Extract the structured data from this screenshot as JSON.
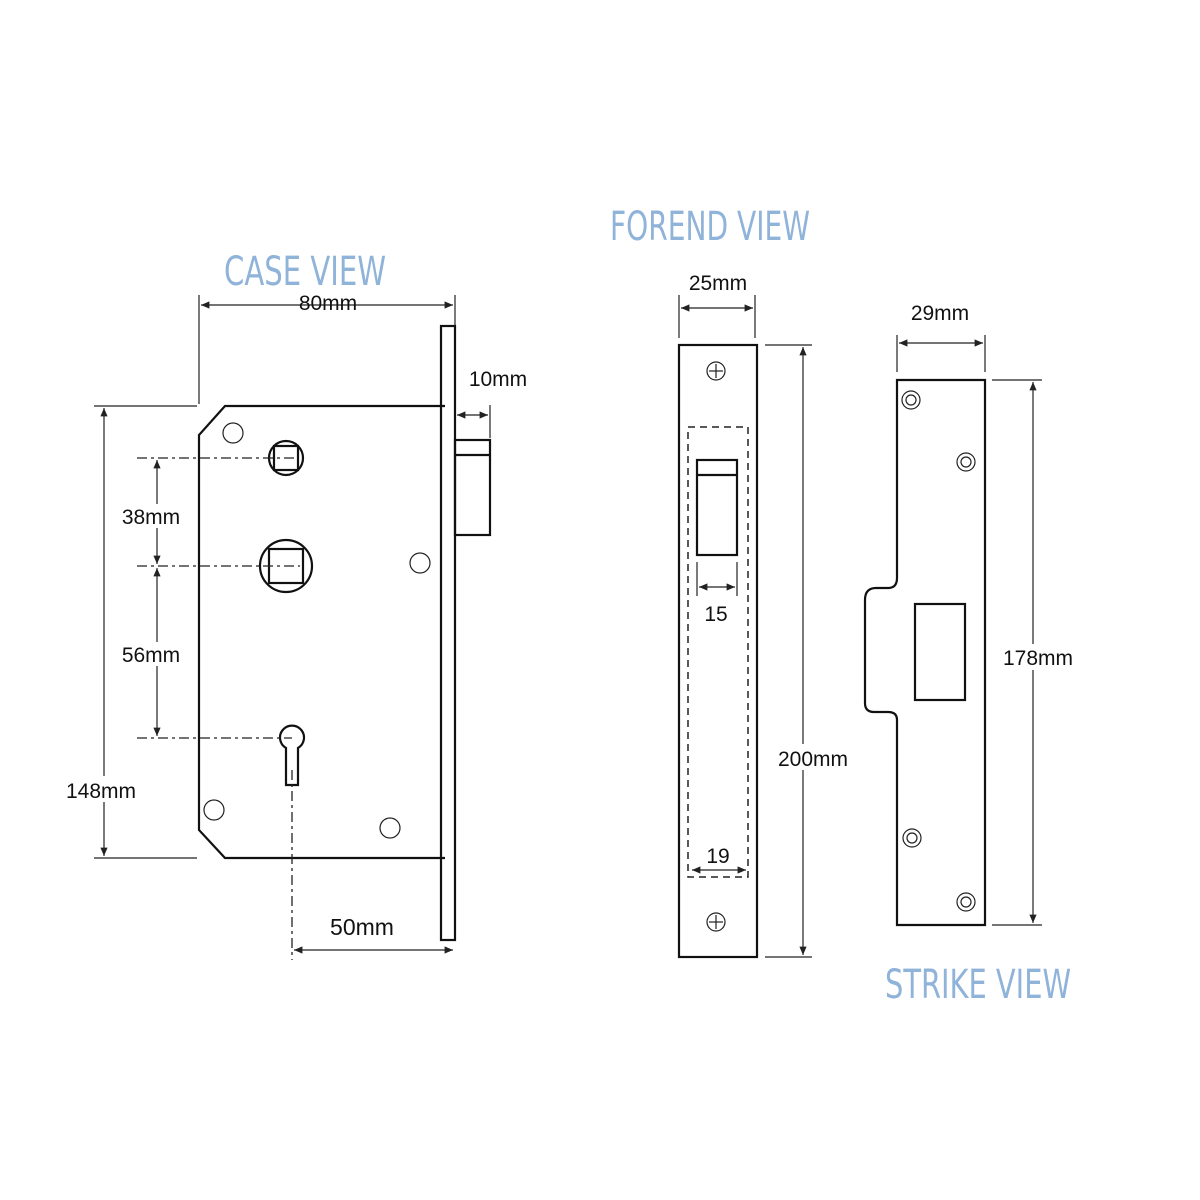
{
  "titles": {
    "case": "CASE VIEW",
    "forend": "FOREND VIEW",
    "strike": "STRIKE VIEW"
  },
  "dimensions": {
    "case_width": "80mm",
    "latch_projection": "10mm",
    "follower_spacing": "38mm",
    "centre_distance": "56mm",
    "case_height": "148mm",
    "backset": "50mm",
    "forend_width": "25mm",
    "latch_width": "15",
    "bolt_width": "19",
    "forend_height": "200mm",
    "strike_width": "29mm",
    "strike_height": "178mm"
  },
  "colors": {
    "title": "#8fb3d9",
    "line": "#111111"
  }
}
